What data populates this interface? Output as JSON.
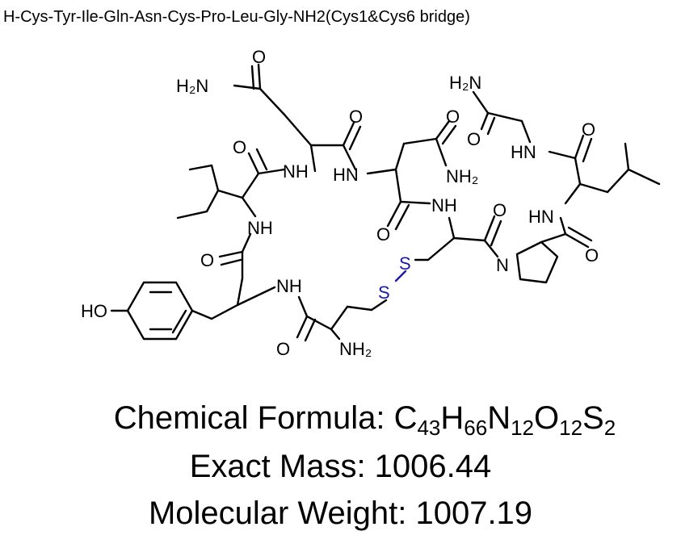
{
  "title": "H-Cys-Tyr-Ile-Gln-Asn-Cys-Pro-Leu-Gly-NH2(Cys1&Cys6 bridge)",
  "formula": {
    "label": "Chemical Formula: ",
    "parts": [
      {
        "el": "C",
        "n": "43"
      },
      {
        "el": "H",
        "n": "66"
      },
      {
        "el": "N",
        "n": "12"
      },
      {
        "el": "O",
        "n": "12"
      },
      {
        "el": "S",
        "n": "2"
      }
    ]
  },
  "exact_mass": {
    "label": "Exact Mass: ",
    "value": "1006.44"
  },
  "molecular_weight": {
    "label": "Molecular Weight: ",
    "value": "1007.19"
  },
  "atom_labels": {
    "gln_amide": "H₂N",
    "gly_amide": "H₂N",
    "O": "O",
    "NH": "NH",
    "HN": "HN",
    "NH2": "NH₂",
    "N": "N",
    "S": "S",
    "HO": "HO"
  },
  "colors": {
    "bond": "#000000",
    "sulfur": "#1a1aa8"
  }
}
